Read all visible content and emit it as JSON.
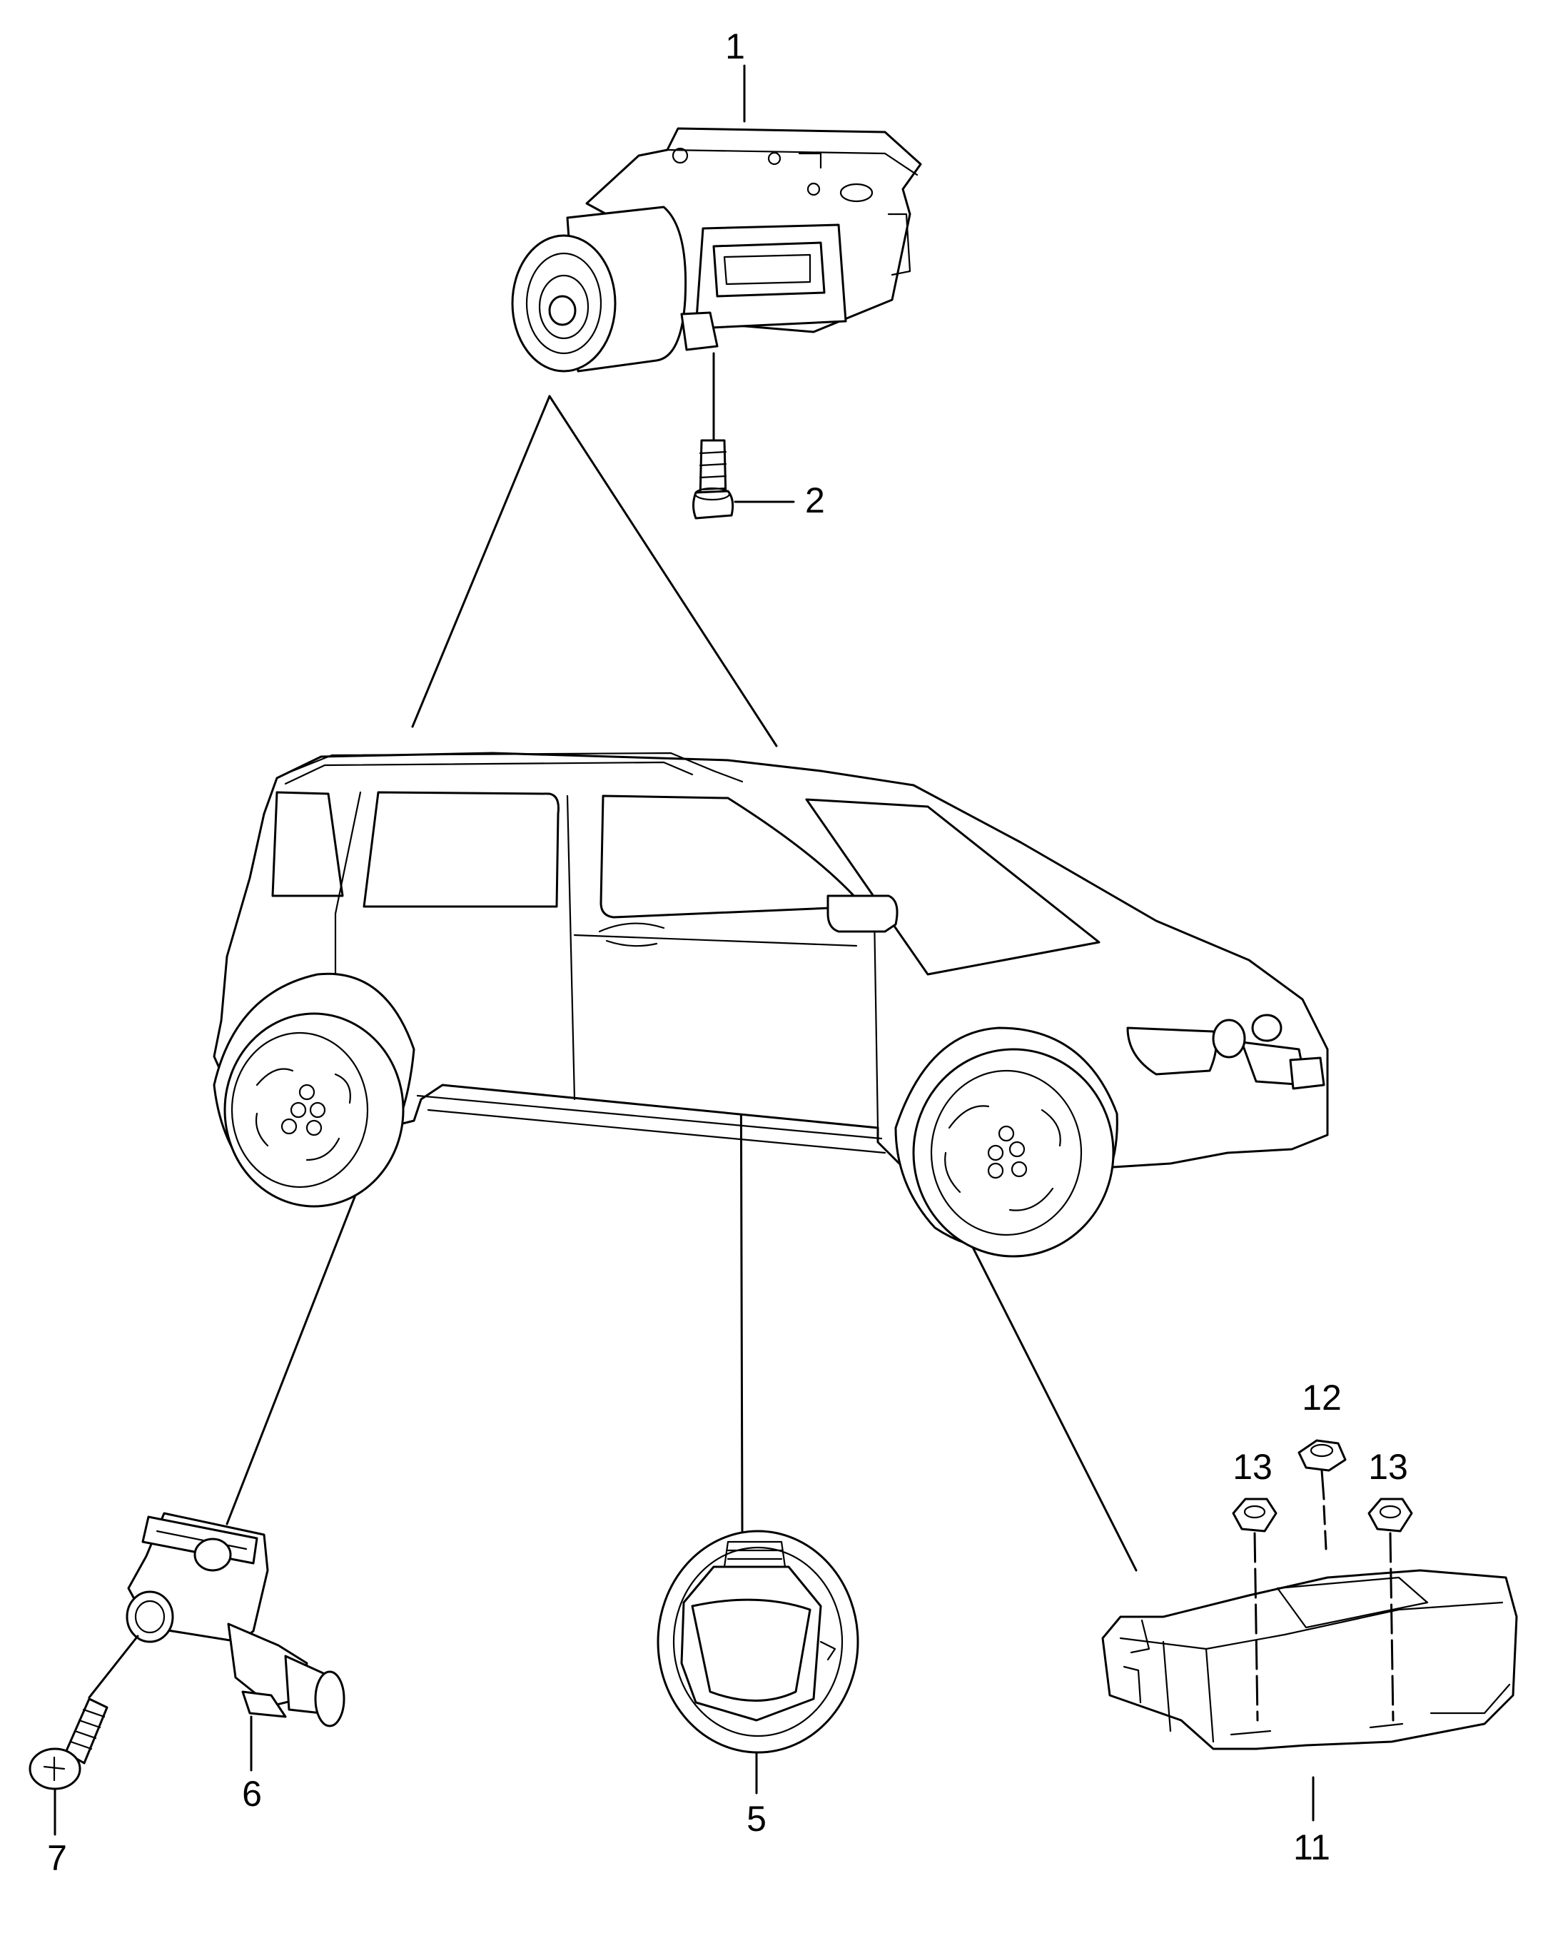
{
  "callouts": [
    {
      "id": "part-1",
      "label": "1"
    },
    {
      "id": "part-2",
      "label": "2"
    },
    {
      "id": "part-5",
      "label": "5"
    },
    {
      "id": "part-6",
      "label": "6"
    },
    {
      "id": "part-7",
      "label": "7"
    },
    {
      "id": "part-11",
      "label": "11"
    },
    {
      "id": "part-12",
      "label": "12"
    },
    {
      "id": "part-13a",
      "label": "13"
    },
    {
      "id": "part-13b",
      "label": "13"
    }
  ]
}
